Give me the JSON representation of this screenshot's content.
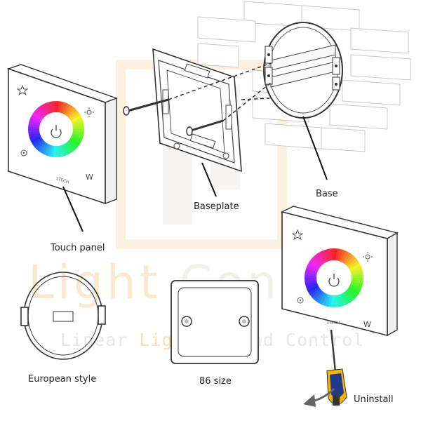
{
  "labels": {
    "touch_panel": "Touch panel",
    "baseplate": "Baseplate",
    "base": "Base",
    "european_style": "European style",
    "size_86": "86 size",
    "uninstall": "Uninstall"
  },
  "panel_text": {
    "brand": "LTECH",
    "white_button": "W"
  },
  "watermark": {
    "line1_part1": "Light",
    "line1_part2": " Control",
    "line2_part1": "Linear ",
    "line2_part2": "Lighting",
    "line2_part3": " And Control"
  },
  "colors": {
    "line": "#333333",
    "dash": "#222222",
    "watermark_orange": "#f2d9a8",
    "watermark_gray": "#e4e0da",
    "screwdriver_handle": "#f5b400",
    "screwdriver_grip": "#1f3a8a"
  }
}
